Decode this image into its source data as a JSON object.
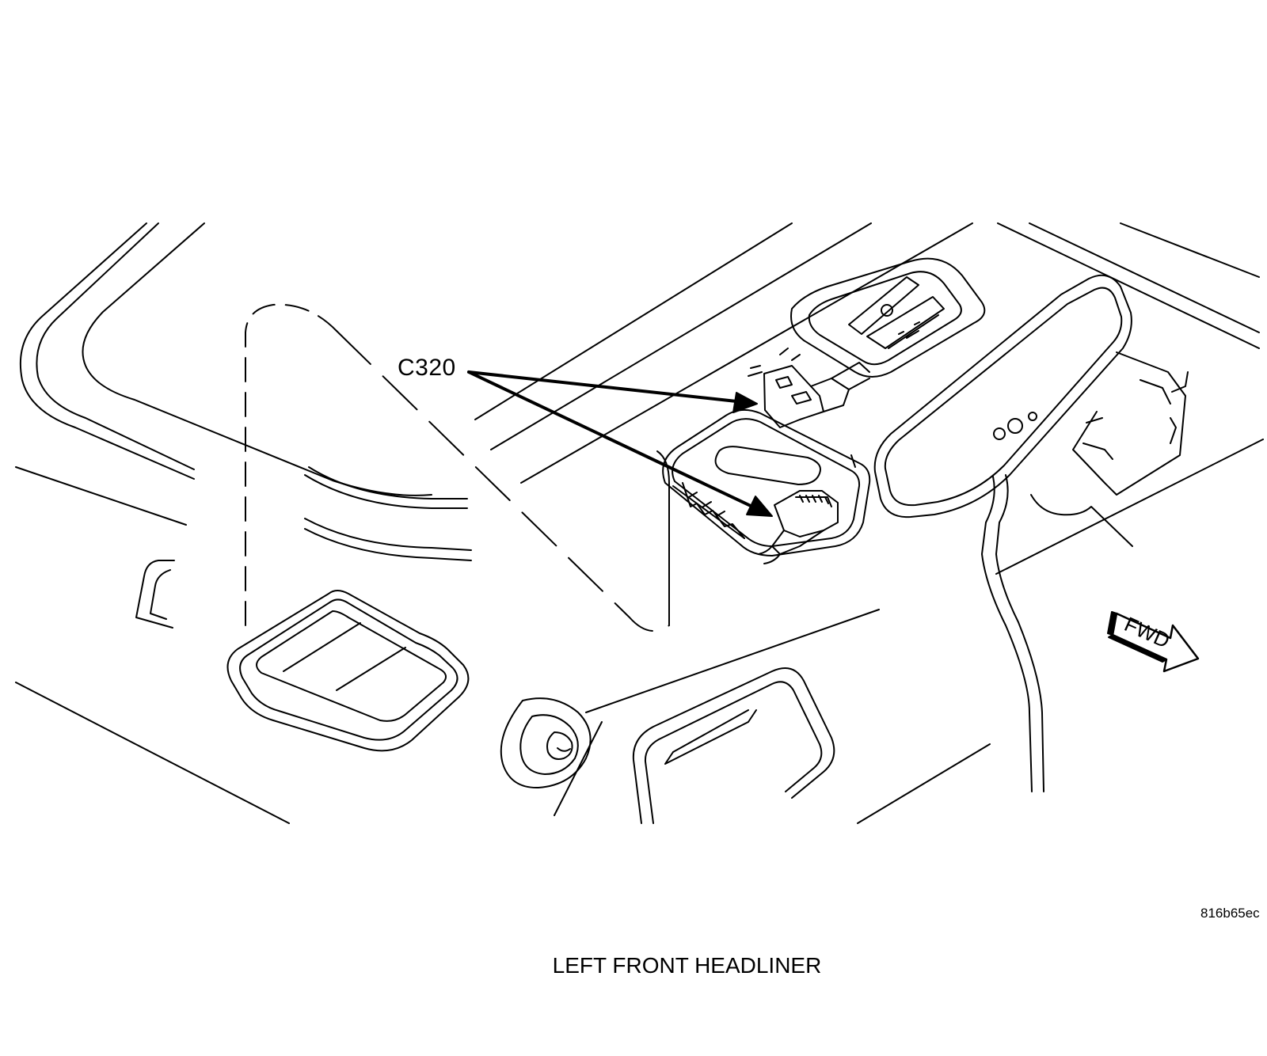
{
  "callout": {
    "label": "C320"
  },
  "direction": {
    "label": "FWD"
  },
  "figure_id": "816b65ec",
  "caption": "LEFT FRONT HEADLINER",
  "colors": {
    "line": "#000000",
    "background": "#ffffff"
  }
}
